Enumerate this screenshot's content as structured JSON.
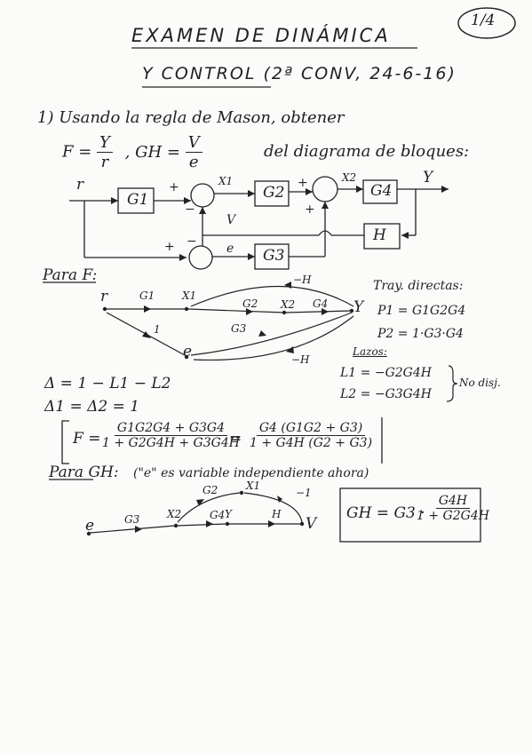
{
  "page_number": "1/4",
  "title_line1": "EXAMEN DE DINÁMICA",
  "title_line2": "Y CONTROL (2ª CONV, 24-6-16)",
  "problem": {
    "statement": "1) Usando la regla de Mason, obtener",
    "F_def": {
      "lhs": "F =",
      "num": "Y",
      "den": "r"
    },
    "GH_def": {
      "lhs": ", GH =",
      "num": "V",
      "den": "e"
    },
    "statement_end": "del diagrama de bloques:"
  },
  "block_diagram": {
    "signals": {
      "r": "r",
      "x1": "X1",
      "x2": "X2",
      "y": "Y",
      "v": "V",
      "e": "e"
    },
    "blocks": {
      "g1": "G1",
      "g2": "G2",
      "g3": "G3",
      "g4": "G4",
      "h": "H"
    },
    "signs": [
      "+",
      "−",
      "+",
      "+",
      "+",
      "−"
    ]
  },
  "section_F": {
    "heading": "Para F:",
    "graph": {
      "nodes": {
        "r": "r",
        "x1": "X1",
        "x2": "X2",
        "y": "Y",
        "e": "e"
      },
      "branches": {
        "g1": "G1",
        "g2": "G2",
        "g4": "G4",
        "one": "1",
        "g3": "G3",
        "top": "−H",
        "bottom": "−H"
      }
    },
    "paths_title": "Tray. directas:",
    "p1": "P1 = G1G2G4",
    "p2": "P2 = 1·G3·G4",
    "loops_title": "Lazos:",
    "l1": "L1 = −G2G4H",
    "l2": "L2 = −G3G4H",
    "loops_note": "No disj.",
    "delta": "Δ = 1 − L1 − L2",
    "delta_k": "Δ1 = Δ2 = 1",
    "result_lhs": "F =",
    "result_num1": "G1G2G4 + G3G4",
    "result_den1": "1 + G2G4H + G3G4H",
    "result_eq": "=",
    "result_num2": "G4 (G1G2 + G3)",
    "result_den2": "1 + G4H (G2 + G3)"
  },
  "section_GH": {
    "heading": "Para GH:",
    "note": "(\"e\" es variable independiente ahora)",
    "graph": {
      "nodes": {
        "e": "e",
        "x2": "X2",
        "y": "Y",
        "v": "V",
        "x1": "X1"
      },
      "branches": {
        "g3": "G3",
        "g4": "G4",
        "h": "H",
        "g2": "G2",
        "minus_one": "−1"
      }
    },
    "result_lhs": "GH = G3 ·",
    "result_num": "G4H",
    "result_den": "1 + G2G4H"
  }
}
